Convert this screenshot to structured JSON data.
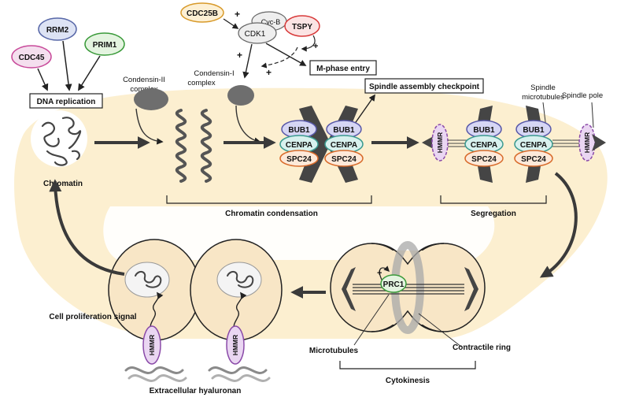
{
  "top": {
    "rrm2": "RRM2",
    "prim1": "PRIM1",
    "cdc45": "CDC45",
    "dna_replication": "DNA replication",
    "cdc25b": "CDC25B",
    "cyc_b": "Cyc-B",
    "cdk1": "CDK1",
    "tspy": "TSPY",
    "m_phase_entry": "M-phase entry",
    "condensin_ii_line1": "Condensin-II",
    "condensin_ii_line2": "complex",
    "condensin_i_line1": "Condensin-I",
    "condensin_i_line2": "complex",
    "spindle_checkpoint": "Spindle assembly checkpoint",
    "spindle_microtubules_line1": "Spindle",
    "spindle_microtubules_line2": "microtubules",
    "spindle_pole": "Spindle pole",
    "plus_sign": "+"
  },
  "stages": {
    "chromatin": "Chromatin",
    "chromatin_condensation": "Chromatin condensation",
    "segregation": "Segregation",
    "cytokinesis": "Cytokinesis"
  },
  "proteins": {
    "bub1": "BUB1",
    "cenpa": "CENPA",
    "spc24": "SPC24",
    "hmmr": "HMMR",
    "prc1": "PRC1"
  },
  "bottom": {
    "cell_proliferation_signal": "Cell proliferation signal",
    "extracellular_hyaluronan": "Extracellular hyaluronan",
    "microtubules": "Microtubules",
    "contractile_ring": "Contractile ring"
  },
  "colors": {
    "cycle_background": "#fbecc8",
    "cell_fill": "#f8e6c6",
    "chromosome": "#454545",
    "bub1_fill": "#d6d6f4",
    "bub1_stroke": "#5858a8",
    "cenpa_fill": "#d8f1ee",
    "cenpa_stroke": "#3a9a90",
    "spc24_fill": "#fde9d9",
    "spc24_stroke": "#d86a2a",
    "hmmr_fill": "#ead6f2",
    "hmmr_stroke": "#8a4aa8",
    "tspy_stroke": "#d83a3a",
    "cdc25b_stroke": "#d89a2a",
    "prim1_stroke": "#3a9a3a",
    "cdc45_stroke": "#c84a9a"
  }
}
